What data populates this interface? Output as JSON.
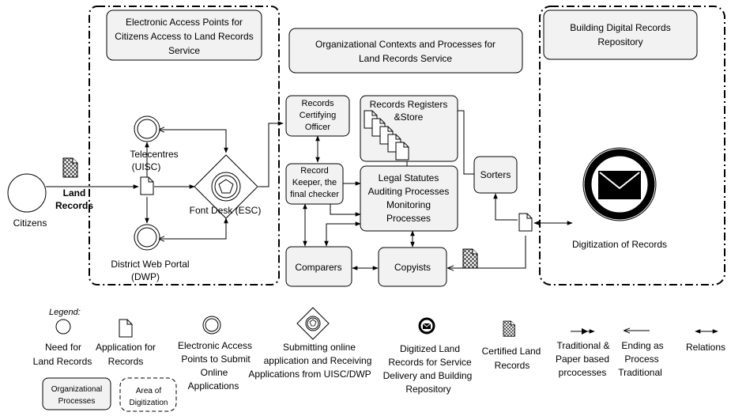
{
  "zones": {
    "access": {
      "title": [
        "Electronic Access Points for",
        "Citizens Access to Land Records",
        "Service"
      ]
    },
    "org": {
      "title": [
        "Organizational Contexts and Processes for",
        "Land Records Service"
      ]
    },
    "digital": {
      "title": [
        "Building Digital Records",
        "Repository"
      ]
    }
  },
  "nodes": {
    "citizens": "Citizens",
    "land_records": [
      "Land",
      "Records"
    ],
    "telecentres": [
      "Telecentres",
      "(UISC)"
    ],
    "dwp": [
      "District Web Portal",
      "(DWP)"
    ],
    "front_desk": "Font Desk (ESC)",
    "certifying_officer": [
      "Records",
      "Certifying",
      "Officer"
    ],
    "record_keeper": [
      "Record",
      "Keeper, the",
      "final checker"
    ],
    "registers": [
      "Records Registers",
      "&Store"
    ],
    "legal": [
      "Legal Statutes",
      "Auditing Processes",
      "Monitoring",
      "Processes"
    ],
    "sorters": "Sorters",
    "comparers": "Comparers",
    "copyists": "Copyists",
    "digitization": "Digitization of Records"
  },
  "legend": {
    "title": "Legend:",
    "need": [
      "Need for",
      "Land Records"
    ],
    "application": [
      "Application for",
      "Records"
    ],
    "access_points": [
      "Electronic Access",
      "Points to Submit",
      "Online",
      "Applications"
    ],
    "submitting": [
      "Submitting online",
      "application and Receiving",
      "Applications from UISC/DWP"
    ],
    "digitized": [
      "Digitized Land",
      "Records for Service",
      "Delivery and Building",
      "Repository"
    ],
    "certified": [
      "Certified Land",
      "Records"
    ],
    "traditional": [
      "Traditional &",
      "Paper based",
      "prcocesses"
    ],
    "ending": [
      "Ending  as",
      "Process",
      "Traditional"
    ],
    "relations": "Relations",
    "org_processes": [
      "Organizational",
      "Processes"
    ],
    "area_digitization": [
      "Area of",
      "Digitization"
    ]
  }
}
